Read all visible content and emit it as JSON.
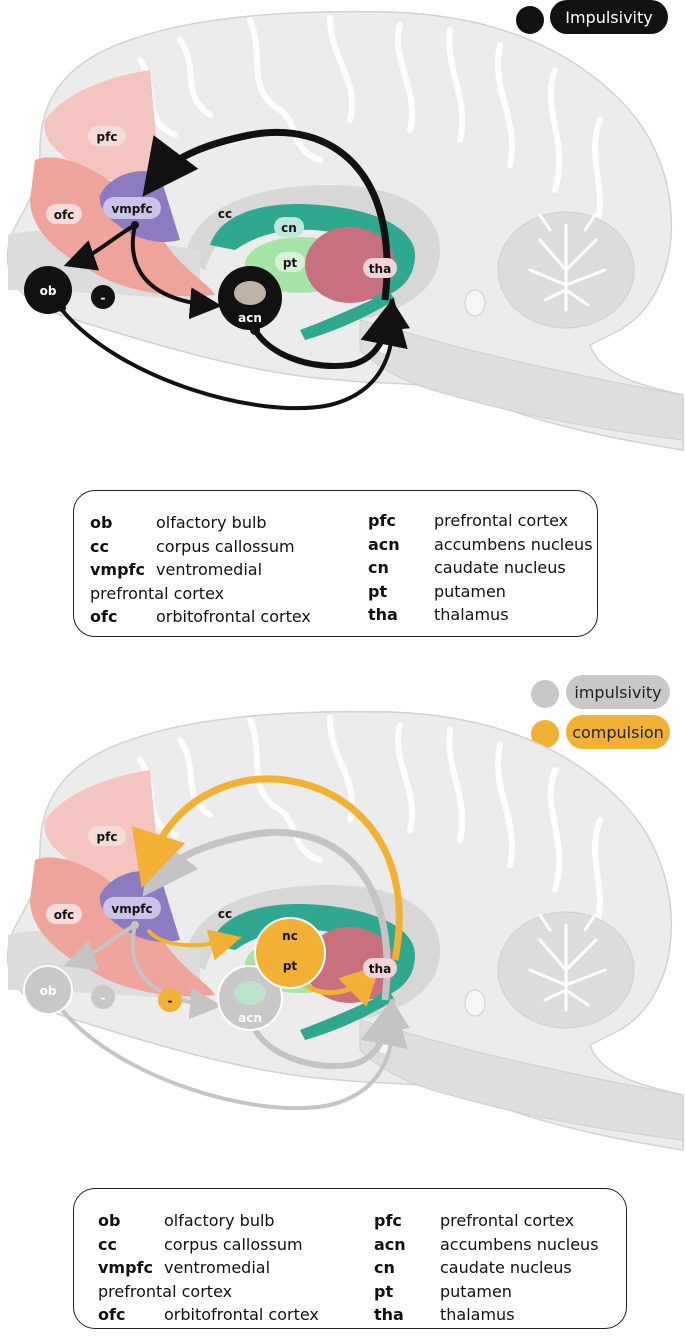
{
  "top_panel": {
    "legend": {
      "label": "Impulsivity",
      "dot_color": "#111111",
      "chip_color": "#111111"
    },
    "region_labels": {
      "pfc": "pfc",
      "ofc": "ofc",
      "vmpfc": "vmpfc",
      "cc": "cc",
      "cn": "cn",
      "pt": "pt",
      "tha": "tha",
      "ob": "ob",
      "acn": "acn",
      "minus": "-"
    }
  },
  "bottom_panel": {
    "legend": [
      {
        "label": "impulsivity",
        "color": "#c8c8c8"
      },
      {
        "label": "compulsion",
        "color": "#f2b134"
      }
    ],
    "region_labels": {
      "pfc": "pfc",
      "ofc": "ofc",
      "vmpfc": "vmpfc",
      "cc": "cc",
      "nc": "nc",
      "pt": "pt",
      "tha": "tha",
      "ob": "ob",
      "acn": "acn",
      "minus_gray": "-",
      "minus_yellow": "-"
    }
  },
  "key": {
    "left": [
      {
        "abbr": "ob",
        "name": "olfactory bulb"
      },
      {
        "abbr": "cc",
        "name": "corpus callossum"
      },
      {
        "abbr": "vmpfc",
        "name": "ventromedial"
      },
      {
        "abbr": "",
        "name": "prefrontal cortex"
      },
      {
        "abbr": "ofc",
        "name": "orbitofrontal cortex"
      }
    ],
    "right": [
      {
        "abbr": "pfc",
        "name": "prefrontal cortex"
      },
      {
        "abbr": "acn",
        "name": "accumbens nucleus"
      },
      {
        "abbr": "cn",
        "name": "caudate nucleus"
      },
      {
        "abbr": "pt",
        "name": "putamen"
      },
      {
        "abbr": "tha",
        "name": "thalamus"
      }
    ]
  },
  "colors": {
    "pfc": "#f3c4c0",
    "ofc": "#eea39b",
    "vmpfc": "#8c7bc0",
    "cn": "#2fa88f",
    "pt": "#a6e3a6",
    "tha": "#c8707e",
    "brain": "#e9e9e9",
    "compulsion": "#f2b134",
    "impulsivity_gray": "#c4c4c4",
    "black": "#111111"
  }
}
